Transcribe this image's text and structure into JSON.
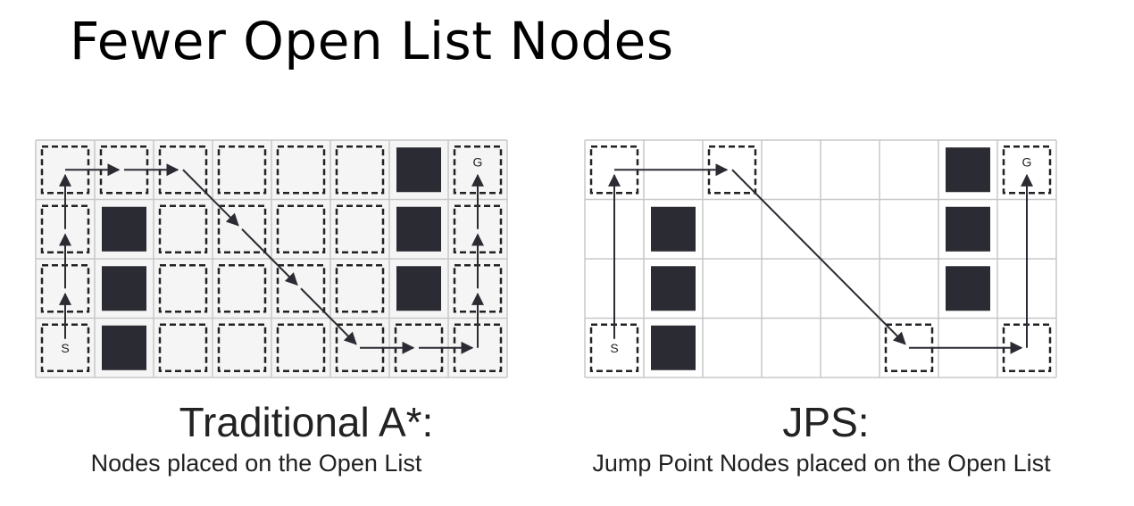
{
  "title": "Fewer Open List Nodes",
  "colors": {
    "grid_line": "#c8c8c8",
    "wall": "#2b2b33",
    "dashed": "#222222",
    "arrow": "#2b2b33",
    "left_background": "#f5f5f5",
    "right_background": "#ffffff"
  },
  "panels": [
    {
      "id": "traditional-astar",
      "caption_main": "Traditional A*:",
      "caption_sub": "Nodes placed on the Open List",
      "cols": 8,
      "rows": 4,
      "start_label": "S",
      "goal_label": "G",
      "start": [
        0,
        3
      ],
      "goal": [
        7,
        0
      ],
      "walls": [
        [
          6,
          0
        ],
        [
          1,
          1
        ],
        [
          6,
          1
        ],
        [
          1,
          2
        ],
        [
          6,
          2
        ],
        [
          1,
          3
        ]
      ],
      "open_list": [
        [
          0,
          0
        ],
        [
          1,
          0
        ],
        [
          2,
          0
        ],
        [
          3,
          0
        ],
        [
          4,
          0
        ],
        [
          5,
          0
        ],
        [
          7,
          0
        ],
        [
          0,
          1
        ],
        [
          2,
          1
        ],
        [
          3,
          1
        ],
        [
          4,
          1
        ],
        [
          5,
          1
        ],
        [
          7,
          1
        ],
        [
          0,
          2
        ],
        [
          2,
          2
        ],
        [
          3,
          2
        ],
        [
          4,
          2
        ],
        [
          5,
          2
        ],
        [
          7,
          2
        ],
        [
          0,
          3
        ],
        [
          2,
          3
        ],
        [
          3,
          3
        ],
        [
          4,
          3
        ],
        [
          5,
          3
        ],
        [
          6,
          3
        ],
        [
          7,
          3
        ]
      ],
      "path": [
        [
          0,
          3
        ],
        [
          0,
          2
        ],
        [
          0,
          1
        ],
        [
          0,
          0
        ],
        [
          1,
          0
        ],
        [
          2,
          0
        ],
        [
          3,
          1
        ],
        [
          4,
          2
        ],
        [
          5,
          3
        ],
        [
          6,
          3
        ],
        [
          7,
          3
        ],
        [
          7,
          2
        ],
        [
          7,
          1
        ],
        [
          7,
          0
        ]
      ]
    },
    {
      "id": "jps",
      "caption_main": "JPS:",
      "caption_sub": "Jump Point Nodes placed on the Open List",
      "cols": 8,
      "rows": 4,
      "start_label": "S",
      "goal_label": "G",
      "start": [
        0,
        3
      ],
      "goal": [
        7,
        0
      ],
      "walls": [
        [
          6,
          0
        ],
        [
          1,
          1
        ],
        [
          6,
          1
        ],
        [
          1,
          2
        ],
        [
          6,
          2
        ],
        [
          1,
          3
        ]
      ],
      "open_list": [
        [
          0,
          0
        ],
        [
          2,
          0
        ],
        [
          7,
          0
        ],
        [
          0,
          3
        ],
        [
          5,
          3
        ],
        [
          7,
          3
        ]
      ],
      "path": [
        [
          0,
          3
        ],
        [
          0,
          0
        ],
        [
          2,
          0
        ],
        [
          5,
          3
        ],
        [
          7,
          3
        ],
        [
          7,
          0
        ]
      ]
    }
  ]
}
